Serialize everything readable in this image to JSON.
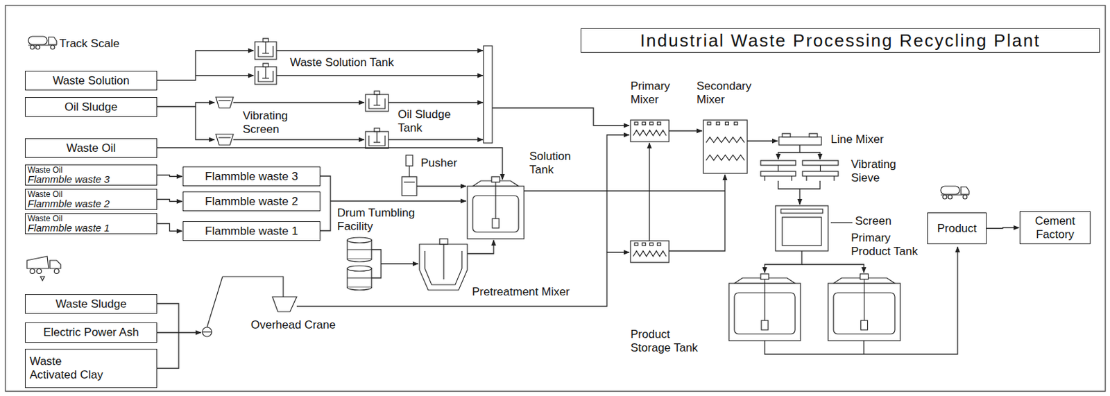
{
  "diagram": {
    "title": "Industrial Waste Processing Recycling Plant",
    "nodes": [
      {
        "text": [
          "Waste Solution"
        ]
      },
      {
        "text": [
          "Oil Sludge"
        ]
      },
      {
        "text": [
          "Waste Oil"
        ]
      },
      {
        "text": [
          "Waste Oil",
          "Flammble waste 3"
        ]
      },
      {
        "text": [
          "Waste Oil",
          "Flammble waste 2"
        ]
      },
      {
        "text": [
          "Waste Oil",
          "Flammble waste 1"
        ]
      },
      {
        "text": [
          "Flammble waste 3"
        ]
      },
      {
        "text": [
          "Flammble waste 2"
        ]
      },
      {
        "text": [
          "Flammble waste 1"
        ]
      },
      {
        "text": [
          "Waste Sludge"
        ]
      },
      {
        "text": [
          "Electric Power Ash"
        ]
      },
      {
        "text": [
          "Waste Activated Clay"
        ]
      },
      {
        "text": [
          "Product"
        ]
      },
      {
        "text": [
          "Cement Factory"
        ]
      }
    ],
    "edges": [
      {
        "from": 3,
        "to": 6,
        "arrow": "to"
      },
      {
        "from": 4,
        "to": 7,
        "arrow": "to"
      },
      {
        "from": 5,
        "to": 8,
        "arrow": "to"
      },
      {
        "from": 12,
        "to": 13,
        "arrow": "to"
      }
    ],
    "labels": [
      "Track Scale",
      "Waste Solution Tank",
      "Vibrating Screen",
      "Oil Sludge Tank",
      "Pusher",
      "Solution Tank",
      "Drum Tumbling Facility",
      "Pretreatment Mixer",
      "Overhead Crane",
      "Primary Mixer",
      "Secondary Mixer",
      "Line Mixer",
      "Vibrating Sieve",
      "Screen",
      "Primary Product Tank",
      "Product Storage Tank"
    ]
  }
}
